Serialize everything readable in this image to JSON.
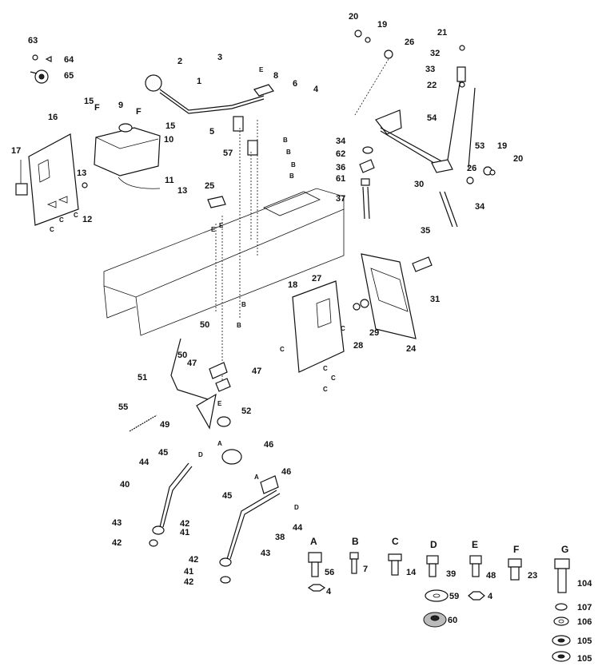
{
  "callouts": {
    "c1": "1",
    "c2": "2",
    "c3": "3",
    "c4": "4",
    "c5": "5",
    "c6": "6",
    "c8": "8",
    "c9": "9",
    "c10": "10",
    "c11": "11",
    "c12": "12",
    "c13a": "13",
    "c13b": "13",
    "c14": "14",
    "c15a": "15",
    "c15b": "15",
    "c16": "16",
    "c17": "17",
    "c18": "18",
    "c19a": "19",
    "c19b": "19",
    "c20a": "20",
    "c20b": "20",
    "c21": "21",
    "c22": "22",
    "c23": "23",
    "c24": "24",
    "c25": "25",
    "c26a": "26",
    "c26b": "26",
    "c27": "27",
    "c28": "28",
    "c29": "29",
    "c30": "30",
    "c31": "31",
    "c32": "32",
    "c33": "33",
    "c34a": "34",
    "c34b": "34",
    "c35": "35",
    "c36": "36",
    "c37": "37",
    "c38": "38",
    "c39": "39",
    "c40": "40",
    "c41a": "41",
    "c41b": "41",
    "c42a": "42",
    "c42b": "42",
    "c42c": "42",
    "c42d": "42",
    "c43a": "43",
    "c43b": "43",
    "c44a": "44",
    "c44b": "44",
    "c45a": "45",
    "c45b": "45",
    "c46a": "46",
    "c46b": "46",
    "c47a": "47",
    "c47b": "47",
    "c48": "48",
    "c49": "49",
    "c50a": "50",
    "c50b": "50",
    "c51": "51",
    "c52": "52",
    "c53": "53",
    "c54": "54",
    "c55": "55",
    "c56": "56",
    "c57": "57",
    "c59": "59",
    "c60": "60",
    "c61": "61",
    "c62": "62",
    "c63": "63",
    "c64": "64",
    "c65": "65",
    "c104": "104",
    "c105a": "105",
    "c105b": "105",
    "c106": "106",
    "c107": "107",
    "c7": "7",
    "c4b": "4",
    "c4c": "4"
  },
  "letters": {
    "F1": "F",
    "F2": "F",
    "E": "E",
    "B": "B",
    "C": "C",
    "A": "A",
    "D": "D"
  },
  "hardware_key": {
    "A": {
      "letter": "A",
      "parts": [
        "56",
        "4"
      ]
    },
    "B": {
      "letter": "B",
      "parts": [
        "7"
      ]
    },
    "C": {
      "letter": "C",
      "parts": [
        "14"
      ]
    },
    "D": {
      "letter": "D",
      "parts": [
        "39",
        "59",
        "60"
      ]
    },
    "E": {
      "letter": "E",
      "parts": [
        "48",
        "4"
      ]
    },
    "F": {
      "letter": "F",
      "parts": [
        "23"
      ]
    },
    "G": {
      "letter": "G",
      "parts": [
        "104",
        "107",
        "106",
        "105",
        "105"
      ]
    }
  }
}
